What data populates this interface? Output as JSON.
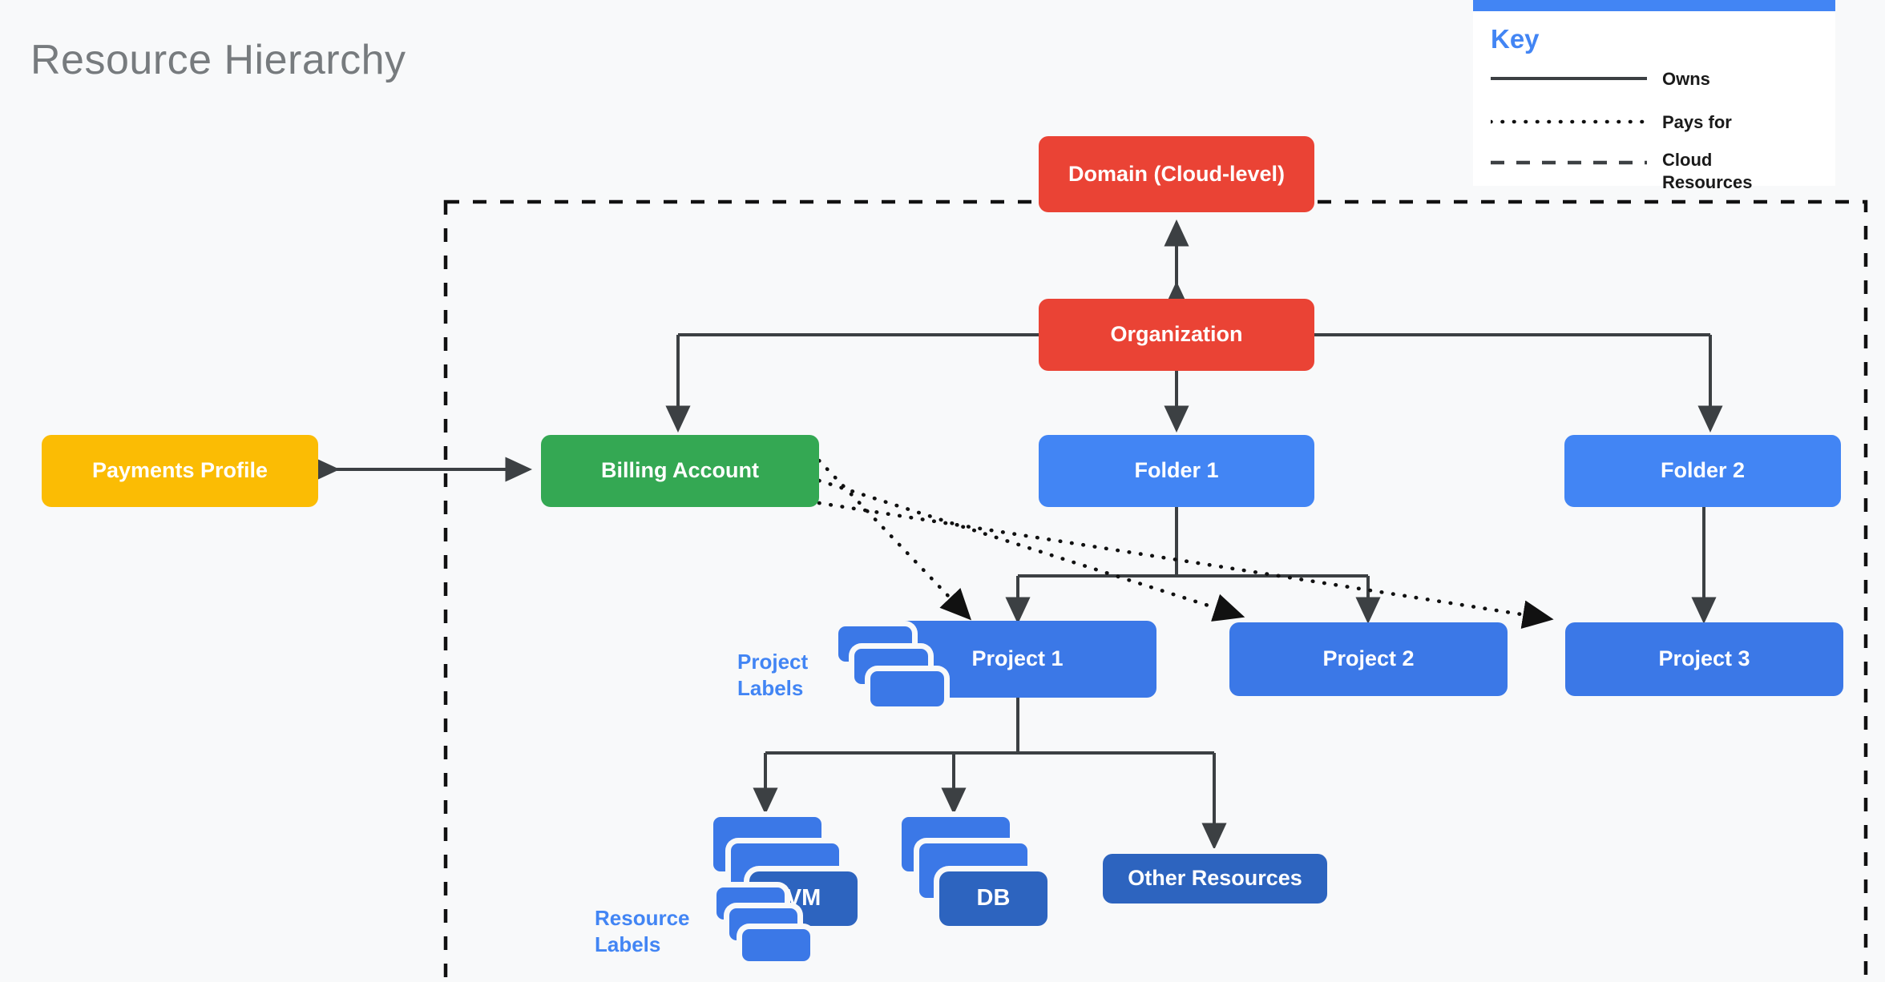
{
  "page": {
    "title": "Resource Hierarchy",
    "background": "#f8f9fa",
    "title_color": "#777b7e"
  },
  "legend": {
    "heading": "Key",
    "accent_color": "#4285f4",
    "items": [
      {
        "style": "solid",
        "label": "Owns"
      },
      {
        "style": "dotted",
        "label": "Pays for"
      },
      {
        "style": "dashed",
        "label": "Cloud Resources"
      }
    ]
  },
  "boundary": {
    "name": "cloud-resources-boundary",
    "style": "dashed"
  },
  "nodes": [
    {
      "id": "domain",
      "label": "Domain (Cloud-level)",
      "color": "#ea4335",
      "kind": "red"
    },
    {
      "id": "organization",
      "label": "Organization",
      "color": "#ea4335",
      "kind": "red"
    },
    {
      "id": "payments",
      "label": "Payments Profile",
      "color": "#fbbc04",
      "kind": "yellow"
    },
    {
      "id": "billing",
      "label": "Billing Account",
      "color": "#34a853",
      "kind": "green"
    },
    {
      "id": "folder1",
      "label": "Folder 1",
      "color": "#4285f4",
      "kind": "lblue"
    },
    {
      "id": "folder2",
      "label": "Folder 2",
      "color": "#4285f4",
      "kind": "lblue"
    },
    {
      "id": "project1",
      "label": "Project 1",
      "color": "#3b78e7",
      "kind": "dblue"
    },
    {
      "id": "project2",
      "label": "Project 2",
      "color": "#3b78e7",
      "kind": "dblue"
    },
    {
      "id": "project3",
      "label": "Project 3",
      "color": "#3b78e7",
      "kind": "dblue"
    },
    {
      "id": "vm",
      "label": "VM",
      "color": "#2d64bf",
      "kind": "dblue2"
    },
    {
      "id": "db",
      "label": "DB",
      "color": "#2d64bf",
      "kind": "dblue2"
    },
    {
      "id": "other_resources",
      "label": "Other Resources",
      "color": "#2d64bf",
      "kind": "dblue2"
    }
  ],
  "annotations": {
    "project_labels": "Project\nLabels",
    "project_labels_line1": "Project",
    "project_labels_line2": "Labels",
    "resource_labels_line1": "Resource",
    "resource_labels_line2": "Labels"
  },
  "edges": [
    {
      "from": "organization",
      "to": "domain",
      "type": "owns",
      "arrows": "both"
    },
    {
      "from": "payments",
      "to": "billing",
      "type": "owns",
      "arrows": "both"
    },
    {
      "from": "organization",
      "to": "billing",
      "type": "owns",
      "arrows": "to"
    },
    {
      "from": "organization",
      "to": "folder1",
      "type": "owns",
      "arrows": "to"
    },
    {
      "from": "organization",
      "to": "folder2",
      "type": "owns",
      "arrows": "to"
    },
    {
      "from": "folder1",
      "to": "project1",
      "type": "owns",
      "arrows": "to"
    },
    {
      "from": "folder1",
      "to": "project2",
      "type": "owns",
      "arrows": "to"
    },
    {
      "from": "folder2",
      "to": "project3",
      "type": "owns",
      "arrows": "to"
    },
    {
      "from": "project1",
      "to": "vm",
      "type": "owns",
      "arrows": "to"
    },
    {
      "from": "project1",
      "to": "db",
      "type": "owns",
      "arrows": "to"
    },
    {
      "from": "project1",
      "to": "other_resources",
      "type": "owns",
      "arrows": "to"
    },
    {
      "from": "billing",
      "to": "project1",
      "type": "pays_for",
      "arrows": "to"
    },
    {
      "from": "billing",
      "to": "project2",
      "type": "pays_for",
      "arrows": "to"
    },
    {
      "from": "billing",
      "to": "project3",
      "type": "pays_for",
      "arrows": "to"
    }
  ]
}
